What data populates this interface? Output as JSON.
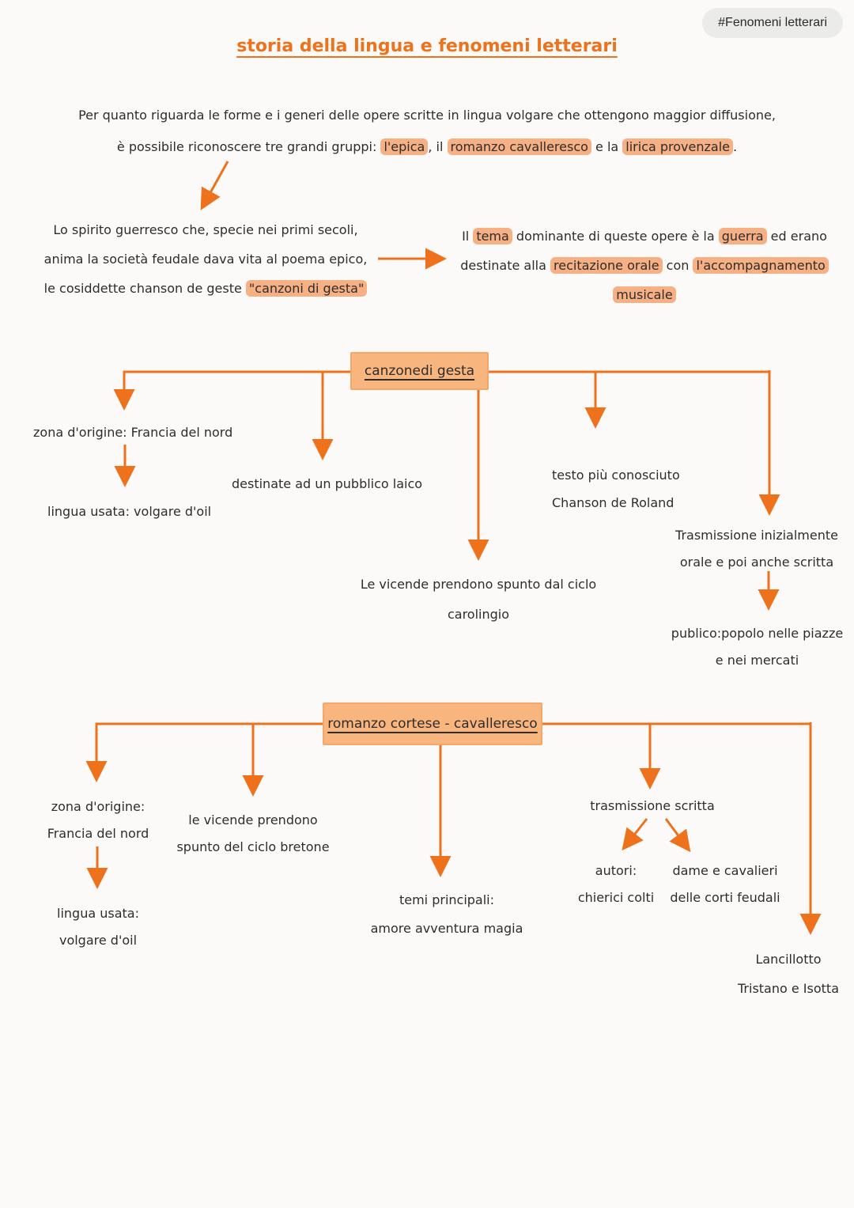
{
  "page": {
    "accent_color": "#ed721b",
    "highlight_color": "#f6b083",
    "node_fill_color": "#f9b57e",
    "background_color": "#fbfaf8"
  },
  "badge": {
    "label": "#Fenomeni letterari"
  },
  "title": {
    "text": "storia della lingua e fenomeni letterari"
  },
  "intro": {
    "line1": [
      {
        "t": "Per quanto riguarda le forme e i generi delle opere scritte in lingua volgare che ottengono maggior diffusione,"
      }
    ],
    "line2": [
      {
        "t": "è possibile riconoscere tre grandi gruppi: "
      },
      {
        "t": "l'epica",
        "hl": true
      },
      {
        "t": ", il "
      },
      {
        "t": "romanzo cavalleresco",
        "hl": true
      },
      {
        "t": " e la "
      },
      {
        "t": "lirica provenzale",
        "hl": true
      },
      {
        "t": "."
      }
    ]
  },
  "epic_note": {
    "lines": [
      [
        {
          "t": "Lo spirito guerresco che, specie nei primi secoli,"
        }
      ],
      [
        {
          "t": "anima la società feudale dava vita al poema epico,"
        }
      ],
      [
        {
          "t": "le cosiddette chanson de geste "
        },
        {
          "t": "\"canzoni di gesta\"",
          "hl": true
        }
      ]
    ]
  },
  "theme_note": {
    "lines": [
      [
        {
          "t": "Il "
        },
        {
          "t": "tema",
          "hl": true
        },
        {
          "t": " dominante di queste opere è la "
        },
        {
          "t": "guerra",
          "hl": true
        },
        {
          "t": " ed erano"
        }
      ],
      [
        {
          "t": "destinate alla "
        },
        {
          "t": "recitazione orale",
          "hl": true
        },
        {
          "t": " con "
        },
        {
          "t": "l'accompagnamento",
          "hl": true
        }
      ],
      [
        {
          "t": "musicale",
          "hl": true
        }
      ]
    ]
  },
  "map1": {
    "node": "canzonedi gesta",
    "zona": "zona d'origine: Francia del nord",
    "lingua": "lingua usata: volgare d'oil",
    "pubblico": "destinate ad un pubblico laico",
    "testo": [
      "testo più conosciuto",
      "Chanson de Roland"
    ],
    "vicende": [
      "Le vicende prendono spunto dal ciclo",
      "carolingio"
    ],
    "trasmissione": [
      "Trasmissione inizialmente",
      "orale e poi anche scritta"
    ],
    "publico": [
      "publico:popolo nelle piazze",
      "e nei mercati"
    ]
  },
  "map2": {
    "node": "romanzo cortese - cavalleresco",
    "zona": [
      "zona d'origine:",
      "Francia del nord"
    ],
    "vicende": [
      "le vicende prendono",
      "spunto del ciclo bretone"
    ],
    "lingua": [
      "lingua usata:",
      "volgare d'oil"
    ],
    "temi": [
      "temi principali:",
      "amore avventura magia"
    ],
    "trasmissione": "trasmissione scritta",
    "autori": [
      "autori:",
      "chierici colti"
    ],
    "dame": [
      "dame e cavalieri",
      "delle corti feudali"
    ],
    "lancillotto": [
      "Lancillotto",
      "Tristano e Isotta"
    ]
  }
}
